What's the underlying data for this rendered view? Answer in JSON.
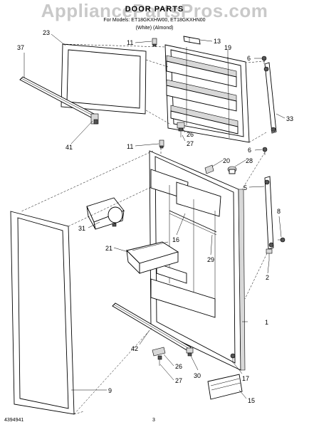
{
  "header": {
    "watermark": "AppliancePartsPros.com",
    "title": "DOOR PARTS",
    "models": "For Models: ET18GKXHW00, ET18GKXHN00",
    "colors": "(White)        (Almond)"
  },
  "footer": {
    "doc_number": "4394941",
    "page_number": "3"
  },
  "callouts": {
    "c1": "1",
    "c2": "2",
    "c5": "5",
    "c6a": "6",
    "c6b": "6",
    "c8": "8",
    "c9": "9",
    "c11a": "11",
    "c11b": "11",
    "c13": "13",
    "c15": "15",
    "c16": "16",
    "c17": "17",
    "c19": "19",
    "c20": "20",
    "c21": "21",
    "c23": "23",
    "c26a": "26",
    "c26b": "26",
    "c27a": "27",
    "c27b": "27",
    "c28": "28",
    "c29": "29",
    "c30": "30",
    "c31": "31",
    "c33": "33",
    "c37": "37",
    "c41": "41",
    "c42": "42"
  }
}
